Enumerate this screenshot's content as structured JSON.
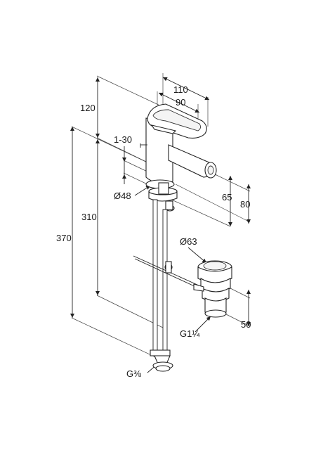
{
  "dimensions": {
    "d110": "110",
    "d90": "90",
    "d120": "120",
    "d1_30": "1-30",
    "d48": "Ø48",
    "d65": "65",
    "d80": "80",
    "d310": "310",
    "d370": "370",
    "d63": "Ø63",
    "d50": "50",
    "g114": "G1¼",
    "g38": "G⅜"
  }
}
